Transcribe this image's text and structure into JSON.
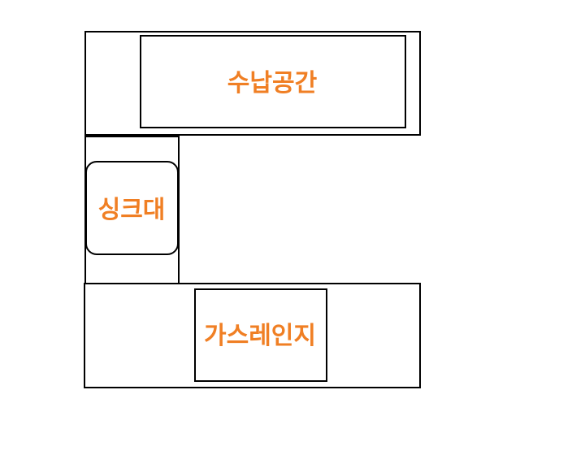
{
  "colors": {
    "label": "#f07f24",
    "outline": "#000000"
  },
  "top_counter": {
    "storage_label": "수납공간"
  },
  "left_counter": {
    "sink_label": "싱크대"
  },
  "bottom_counter": {
    "stove_label": "가스레인지"
  }
}
